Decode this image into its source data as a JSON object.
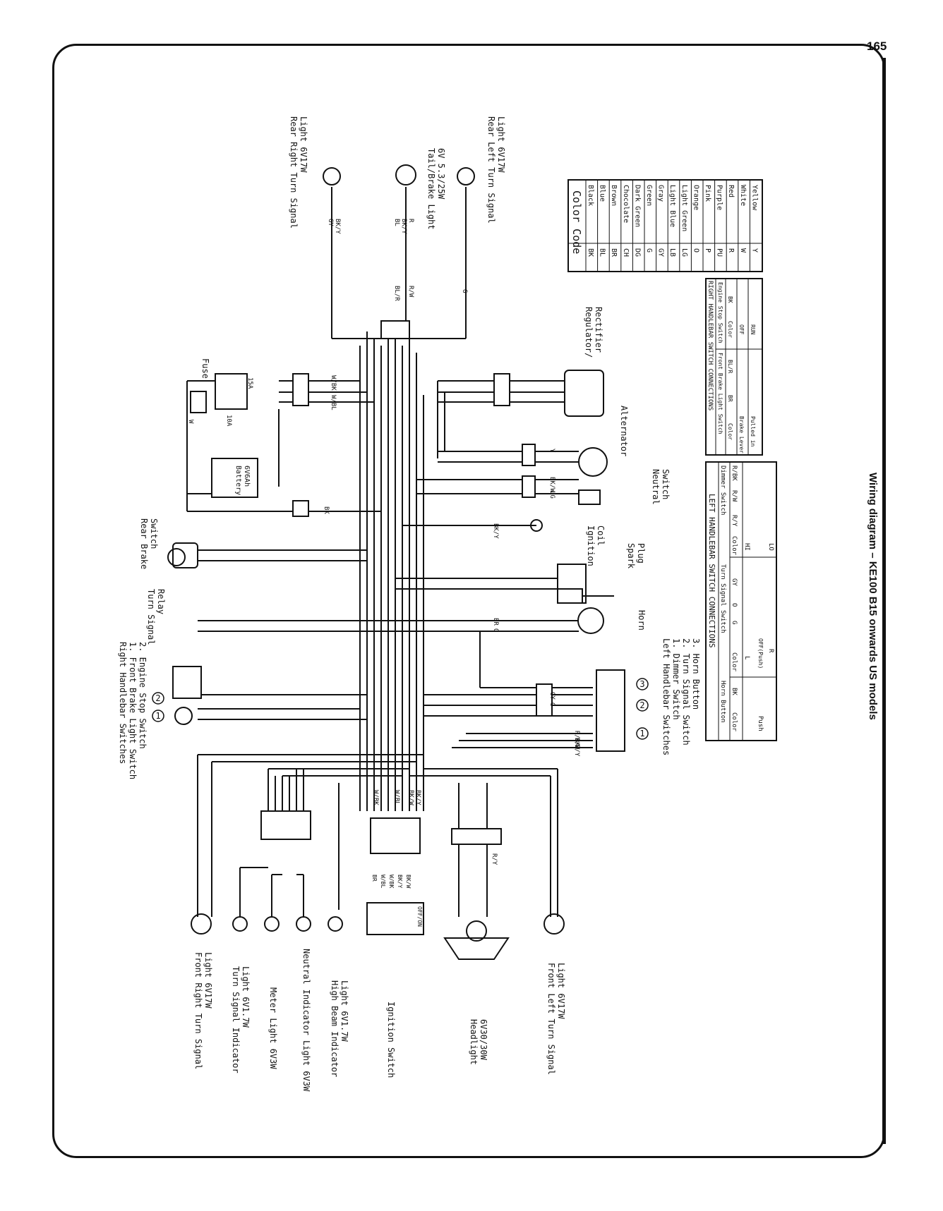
{
  "page_number": "165",
  "caption": "Wiring diagram – KE100 B15 onwards US models",
  "components": {
    "rear_right_turn": "Rear Right Turn Signal",
    "rear_right_turn_spec": "Light 6V17W",
    "tail_brake": "Tail/Brake Light",
    "tail_brake_spec": "6V 5.3/25W",
    "rear_left_turn": "Rear Left Turn Signal",
    "rear_left_turn_spec": "Light 6V17W",
    "fuse": "Fuse",
    "fuse_15a": "15A",
    "fuse_10a": "10A",
    "battery": "Battery",
    "battery_spec": "6V6Ah",
    "regulator": "Regulator/",
    "regulator_2": "Rectifier",
    "alternator": "Alternator",
    "neutral_switch": "Neutral",
    "neutral_switch_2": "Switch",
    "rear_brake_switch": "Rear Brake",
    "rear_brake_switch_2": "Switch",
    "ignition_coil": "Ignition",
    "ignition_coil_2": "Coil",
    "spark_plug": "Spark",
    "spark_plug_2": "Plug",
    "turn_relay": "Turn Signal",
    "turn_relay_2": "Relay",
    "horn": "Horn",
    "right_switches": "Right Handlebar Switches",
    "right_switches_1": "1. Front Brake Light Switch",
    "right_switches_2": "2. Engine Stop Switch",
    "left_switches": "Left Handlebar Switches",
    "left_switches_1": "1. Dimmer Switch",
    "left_switches_2": "2. Turn Signal Switch",
    "left_switches_3": "3. Horn Button",
    "front_right_turn": "Front Right Turn Signal",
    "front_right_turn_spec": "Light 6V17W",
    "turn_indicator": "Turn Signal Indicator",
    "turn_indicator_spec": "Light 6V1.7W",
    "meter_light": "Meter Light 6V3W",
    "neutral_indicator": "Neutral Indicator Light 6V3W",
    "high_beam": "High Beam Indicator",
    "high_beam_spec": "Light 6V1.7W",
    "ignition_switch": "Ignition Switch",
    "headlight": "Headlight",
    "headlight_spec": "6V30/30W",
    "front_left_turn": "Front Left Turn Signal",
    "front_left_turn_spec": "Light 6V17W",
    "circle_1": "1",
    "circle_2": "2",
    "circle_3": "3"
  },
  "wire_labels": [
    "GY",
    "BK/Y",
    "BL",
    "BK/Y",
    "R",
    "G",
    "BL/R",
    "R/W",
    "W/BK",
    "W/BL",
    "W",
    "BK",
    "Y",
    "BK/W",
    "LG",
    "BK/Y",
    "BR",
    "O",
    "GY",
    "G",
    "R/BK",
    "R/W",
    "R/Y",
    "W/BK",
    "W/BL",
    "BK/W",
    "BK/Y",
    "R/Y"
  ],
  "color_code": {
    "title": "Color Code",
    "rows": [
      {
        "code": "BK",
        "name": "Black"
      },
      {
        "code": "BL",
        "name": "Blue"
      },
      {
        "code": "BR",
        "name": "Brown"
      },
      {
        "code": "CH",
        "name": "Chocolate"
      },
      {
        "code": "DG",
        "name": "Dark Green"
      },
      {
        "code": "G",
        "name": "Green"
      },
      {
        "code": "GY",
        "name": "Gray"
      },
      {
        "code": "LB",
        "name": "Light Blue"
      },
      {
        "code": "LG",
        "name": "Light Green"
      },
      {
        "code": "O",
        "name": "Orange"
      },
      {
        "code": "P",
        "name": "Pink"
      },
      {
        "code": "PU",
        "name": "Purple"
      },
      {
        "code": "R",
        "name": "Red"
      },
      {
        "code": "W",
        "name": "White"
      },
      {
        "code": "Y",
        "name": "Yellow"
      }
    ]
  },
  "right_table": {
    "title": "RIGHT HANDLEBAR SWITCH CONNECTIONS",
    "head_1": "Front Brake Light Switch",
    "head_2": "Engine Stop Switch",
    "col_color": "Color",
    "c_br": "BR",
    "c_blr": "BL/R",
    "c_color2": "Color",
    "c_bk": "BK",
    "row1": "Brake Lever",
    "row2": "Pulled in",
    "off": "OFF",
    "run": "RUN"
  },
  "left_table": {
    "title": "LEFT HANDLEBAR SWITCH CONNECTIONS",
    "head_horn": "Horn Button",
    "head_turn": "Turn Signal Switch",
    "head_dimmer": "Dimmer Switch",
    "color": "Color",
    "bk": "BK",
    "g": "G",
    "o": "O",
    "gy": "GY",
    "ry": "R/Y",
    "rw": "R/W",
    "rbk": "R/BK",
    "push": "Push",
    "l": "L",
    "off_push": "OFF(Push)",
    "r": "R",
    "hi": "HI",
    "lo": "LO"
  },
  "ignition_terms": [
    "BR",
    "W/BL",
    "W/BK",
    "BK/Y",
    "BK/W",
    "OFF/ON"
  ]
}
